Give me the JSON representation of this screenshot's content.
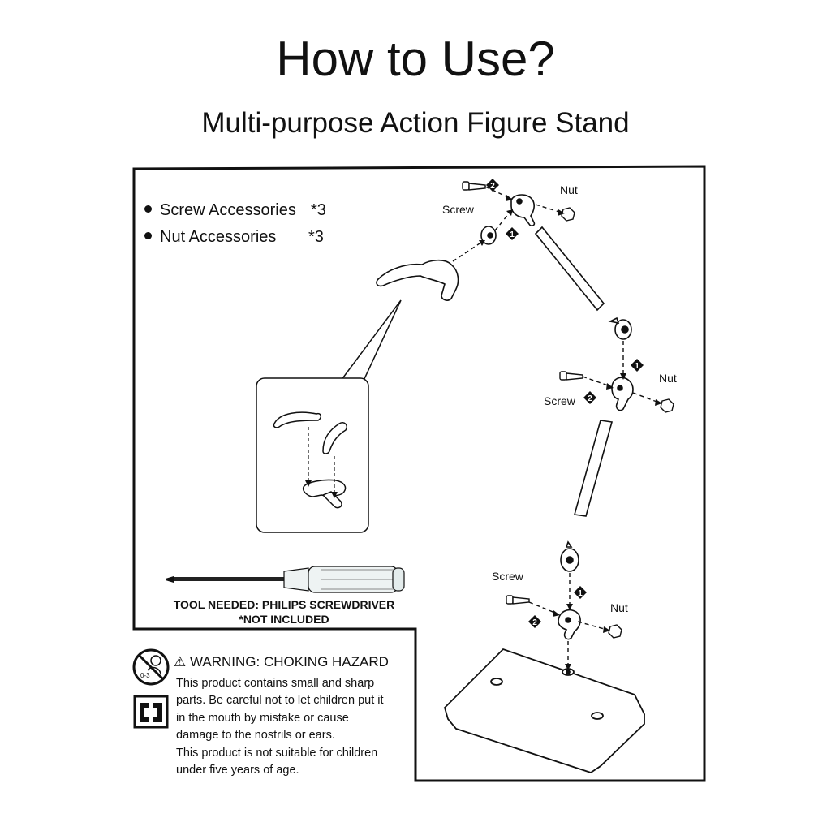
{
  "title": "How to Use?",
  "subtitle": "Multi-purpose Action Figure Stand",
  "accessories": [
    {
      "label": "Screw Accessories",
      "qty": "*3"
    },
    {
      "label": "Nut Accessories",
      "qty": "*3"
    }
  ],
  "labels": {
    "screw": "Screw",
    "nut": "Nut",
    "step1": "1",
    "step2": "2"
  },
  "tool": {
    "line1": "TOOL NEEDED: PHILIPS SCREWDRIVER",
    "line2": "*NOT INCLUDED"
  },
  "warning": {
    "symbol": "⚠",
    "title": "WARNING: CHOKING HAZARD",
    "age_label": "0-3",
    "lines": [
      "This product contains small and sharp",
      "parts. Be careful not to let children put it",
      "in the mouth by mistake or cause",
      "damage to the nostrils or ears.",
      "This product is not suitable for children",
      "under five years of age."
    ]
  },
  "icons": [
    "no-children-under-3-icon",
    "recycle-icon",
    "screwdriver-icon"
  ]
}
